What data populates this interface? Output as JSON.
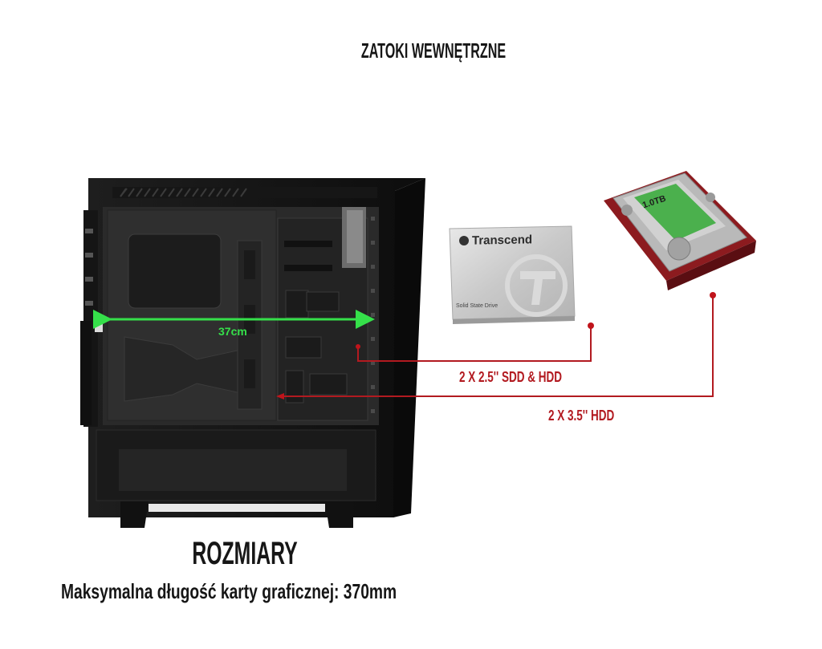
{
  "heading": "ZATOKI WEWNĘTRZNE",
  "measure_label": "37cm",
  "ssd": {
    "brand": "Transcend",
    "subtitle": "Solid State Drive"
  },
  "hdd": {
    "capacity": "1.0TB"
  },
  "callouts": {
    "bay_25": "2 X 2.5'' SDD & HDD",
    "bay_35": "2 X 3.5'' HDD"
  },
  "dimensions": {
    "title": "ROZMIARY",
    "gpu_length": "Maksymalna długość karty graficznej: 370mm"
  },
  "colors": {
    "accent_red": "#b21a20",
    "measure_green": "#35e04a",
    "case_black": "#1b1b1b"
  }
}
